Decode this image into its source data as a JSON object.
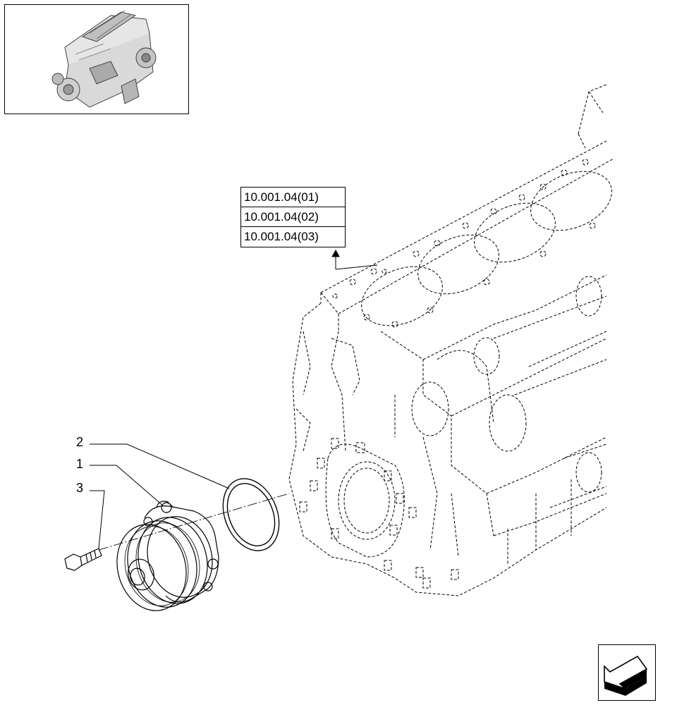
{
  "references": [
    {
      "code": "10.001.04(01)"
    },
    {
      "code": "10.001.04(02)"
    },
    {
      "code": "10.001.04(03)"
    }
  ],
  "callouts": [
    {
      "label": "2",
      "part": "o-ring"
    },
    {
      "label": "1",
      "part": "water-pump"
    },
    {
      "label": "3",
      "part": "bolt"
    }
  ],
  "icons": {
    "thumbnail": "engine-thumbnail-icon",
    "navigation": "previous-page-arrow-icon"
  }
}
